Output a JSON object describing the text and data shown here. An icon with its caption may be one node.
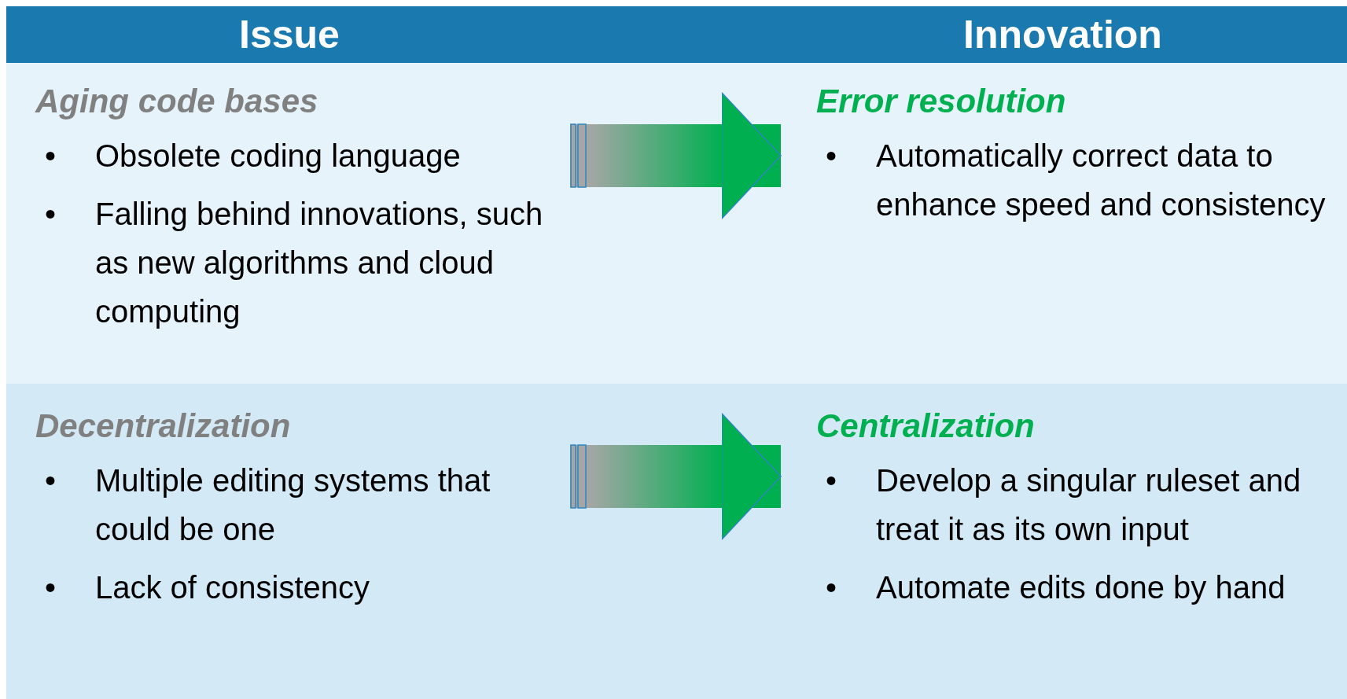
{
  "diagram": {
    "nodes": [
      {
        "text": [
          "Issue"
        ]
      },
      {
        "text": [
          "Innovation"
        ]
      },
      {
        "text": [
          "Aging code bases",
          "• Obsolete coding language",
          "• Falling behind innovations, such as new algorithms and cloud computing"
        ]
      },
      {
        "text": [
          "Error resolution",
          "• Automatically correct data to enhance speed and consistency"
        ]
      },
      {
        "text": [
          "Decentralization",
          "• Multiple editing systems that could be one",
          "• Lack of consistency"
        ]
      },
      {
        "text": [
          "Centralization",
          "• Develop a singular ruleset and treat it as its own input",
          "• Automate edits done by hand"
        ]
      }
    ],
    "edges": [
      {
        "from": 2,
        "to": 3,
        "arrow": "to",
        "style": "thick"
      },
      {
        "from": 4,
        "to": 5,
        "arrow": "to",
        "style": "thick"
      }
    ]
  }
}
